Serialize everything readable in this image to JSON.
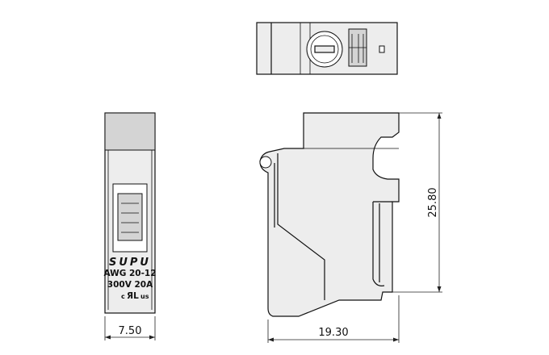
{
  "front_view": {
    "brand": "SUPU",
    "awg": "AWG 20-12",
    "rating": "300V 20A",
    "cert_c": "c",
    "cert_ul": "ЯL",
    "cert_us": "us"
  },
  "dimensions": {
    "width_front": "7.50",
    "width_side": "19.30",
    "height_side": "25.80"
  }
}
